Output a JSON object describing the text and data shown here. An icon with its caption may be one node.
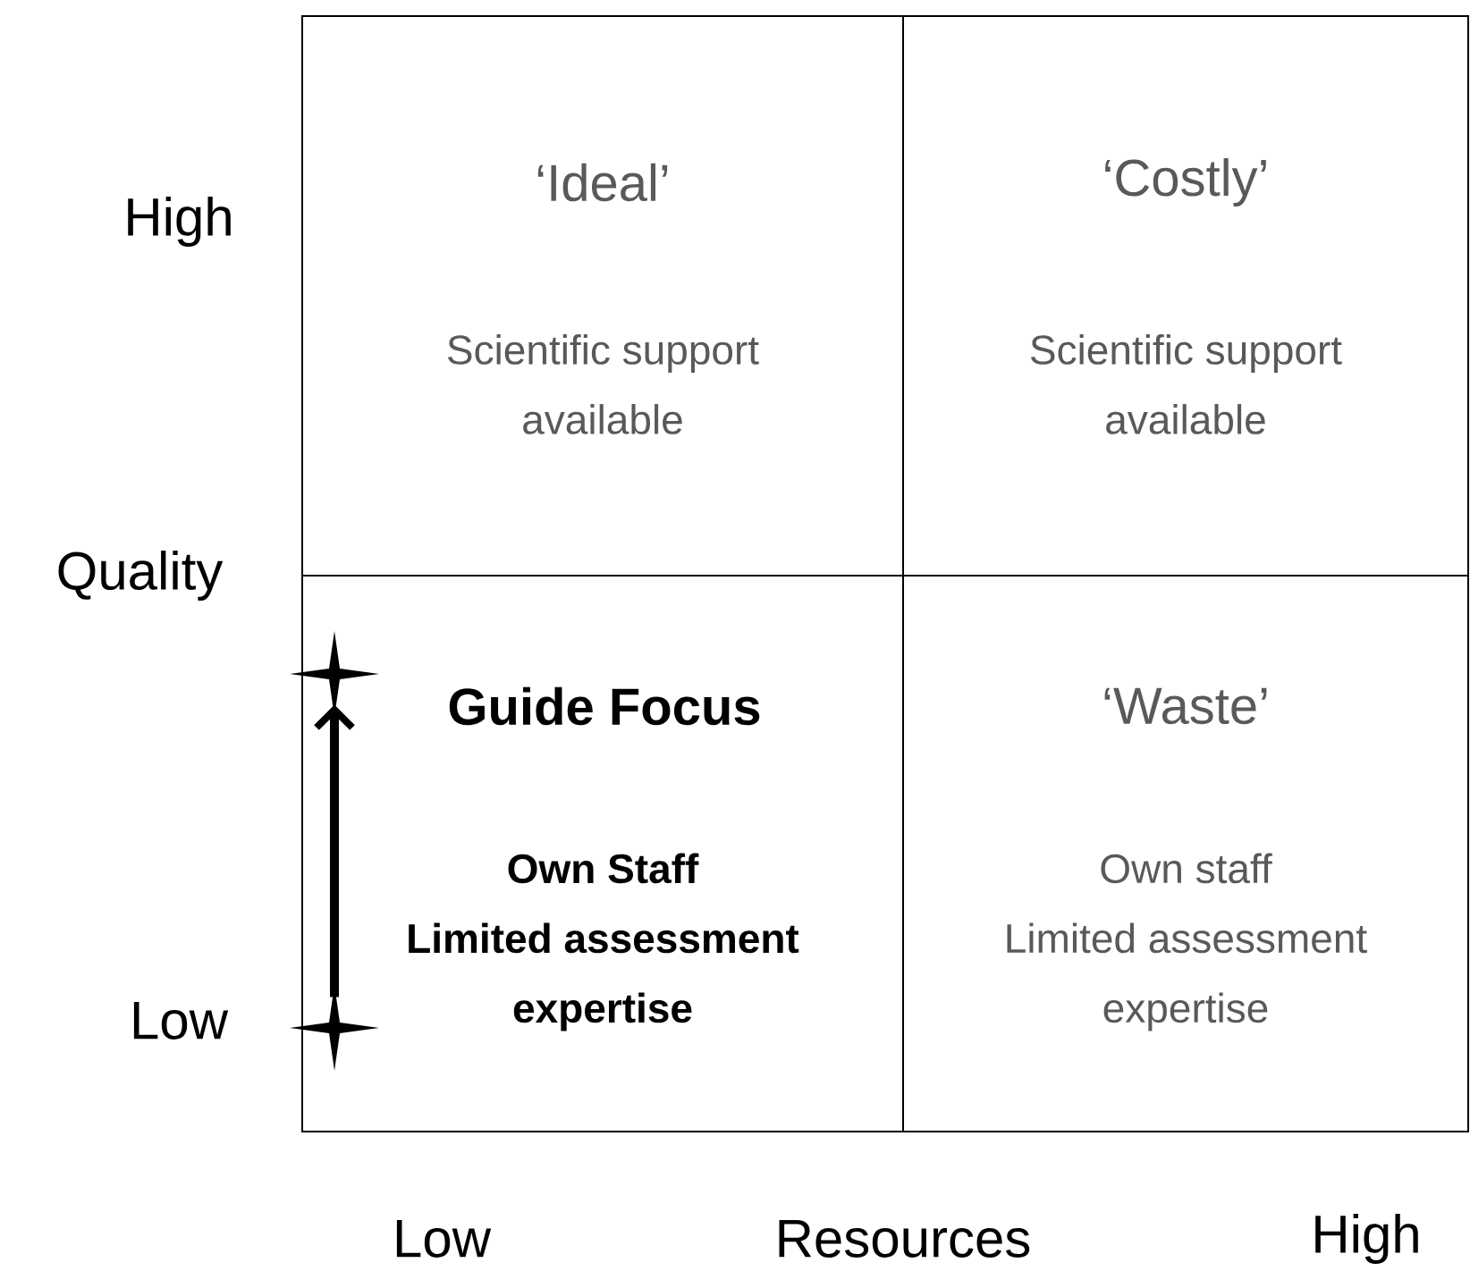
{
  "diagram": {
    "nodes": [
      {
        "text": [
          "‘Ideal’",
          "Scientific support available"
        ]
      },
      {
        "text": [
          "‘Costly’",
          "Scientific support available"
        ]
      },
      {
        "text": [
          "Guide Focus",
          "Own Staff Limited assessment expertise"
        ]
      },
      {
        "text": [
          "‘Waste’",
          "Own staff Limited assessment expertise"
        ]
      },
      {
        "text": [],
        "shape": "star",
        "in": 2
      },
      {
        "text": [],
        "shape": "star",
        "in": 2
      }
    ],
    "edges": [
      {
        "from": 5,
        "to": 4,
        "arrow": "to"
      }
    ],
    "labels": [
      "High",
      "Quality",
      "Low",
      "Low",
      "Resources",
      "High"
    ]
  }
}
